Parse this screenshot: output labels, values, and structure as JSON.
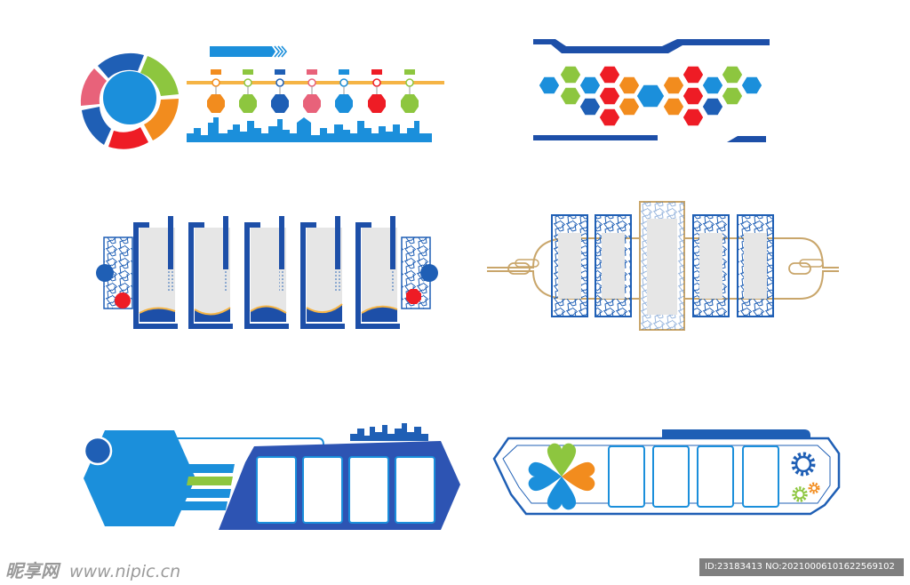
{
  "colors": {
    "blue": "#1f5fb5",
    "sky": "#1b8fdb",
    "navy": "#1d4fa8",
    "green": "#8dc63f",
    "orange": "#f28c1e",
    "red": "#ee1c25",
    "pink": "#e8627a",
    "gold": "#c9a66b",
    "panel": "#e6e6e6"
  },
  "watermark": {
    "brand": "昵享网",
    "site": "www.nipic.cn",
    "id_text": "ID:23183413 NO:20210006101622569102"
  }
}
